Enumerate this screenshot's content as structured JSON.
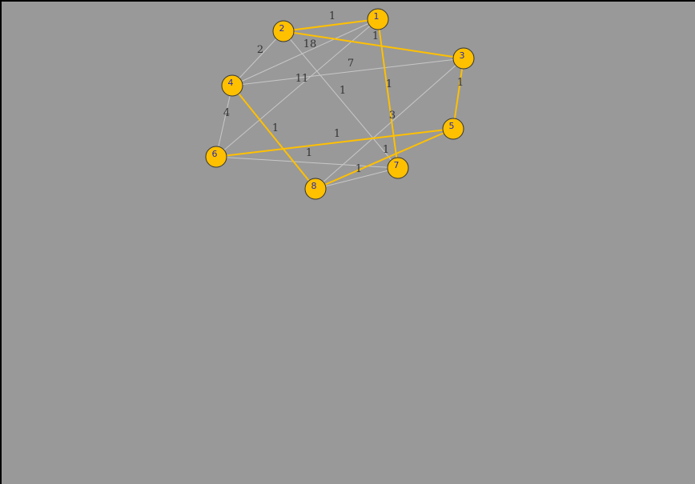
{
  "colors": {
    "background": "#999999",
    "frame": "#000000",
    "node_fill": "#FFC000",
    "node_stroke": "#333333",
    "node_text": "#2a2aaa",
    "edge_default": "#c8c8c8",
    "edge_highlight": "#FFC000",
    "edge_label": "#333333"
  },
  "graph": {
    "nodes": [
      {
        "id": "1",
        "label": "1"
      },
      {
        "id": "2",
        "label": "2"
      },
      {
        "id": "3",
        "label": "3"
      },
      {
        "id": "4",
        "label": "4"
      },
      {
        "id": "5",
        "label": "5"
      },
      {
        "id": "6",
        "label": "6"
      },
      {
        "id": "7",
        "label": "7"
      },
      {
        "id": "8",
        "label": "8"
      }
    ],
    "edges": [
      {
        "from": "2",
        "to": "1",
        "weight": "1",
        "highlighted": true
      },
      {
        "from": "2",
        "to": "3",
        "weight": "18",
        "highlighted": true
      },
      {
        "from": "1",
        "to": "7",
        "weight": "1",
        "highlighted": true
      },
      {
        "from": "3",
        "to": "5",
        "weight": "1",
        "highlighted": true
      },
      {
        "from": "6",
        "to": "5",
        "weight": "1",
        "highlighted": true
      },
      {
        "from": "4",
        "to": "8",
        "weight": "1",
        "highlighted": true
      },
      {
        "from": "8",
        "to": "5",
        "weight": "1",
        "highlighted": true
      },
      {
        "from": "2",
        "to": "4",
        "weight": "2",
        "highlighted": false
      },
      {
        "from": "4",
        "to": "6",
        "weight": "4",
        "highlighted": false
      },
      {
        "from": "4",
        "to": "1",
        "weight": "1",
        "highlighted": false
      },
      {
        "from": "4",
        "to": "3",
        "weight": "7",
        "highlighted": false
      },
      {
        "from": "6",
        "to": "1",
        "weight": "11",
        "highlighted": false
      },
      {
        "from": "2",
        "to": "7",
        "weight": "1",
        "highlighted": false
      },
      {
        "from": "8",
        "to": "3",
        "weight": "3",
        "highlighted": false
      },
      {
        "from": "6",
        "to": "7",
        "weight": "1",
        "highlighted": false
      },
      {
        "from": "8",
        "to": "7",
        "weight": "1",
        "highlighted": false
      }
    ]
  }
}
